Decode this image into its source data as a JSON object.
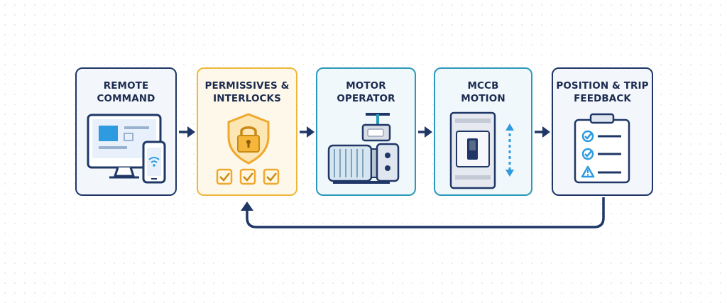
{
  "steps": [
    {
      "line1": "REMOTE",
      "line2": "COMMAND",
      "icon": "computer-and-phone-icon"
    },
    {
      "line1": "PERMISSIVES &",
      "line2": "INTERLOCKS",
      "icon": "shield-lock-icon"
    },
    {
      "line1": "MOTOR",
      "line2": "OPERATOR",
      "icon": "motor-icon"
    },
    {
      "line1": "MCCB",
      "line2": "MOTION",
      "icon": "breaker-icon"
    },
    {
      "line1": "POSITION & TRIP",
      "line2": "FEEDBACK",
      "icon": "clipboard-checklist-icon"
    }
  ],
  "colors": {
    "navy": "#1f3766",
    "gold": "#f0b73a",
    "teal": "#2b99b9",
    "blue": "#2e9be0"
  }
}
